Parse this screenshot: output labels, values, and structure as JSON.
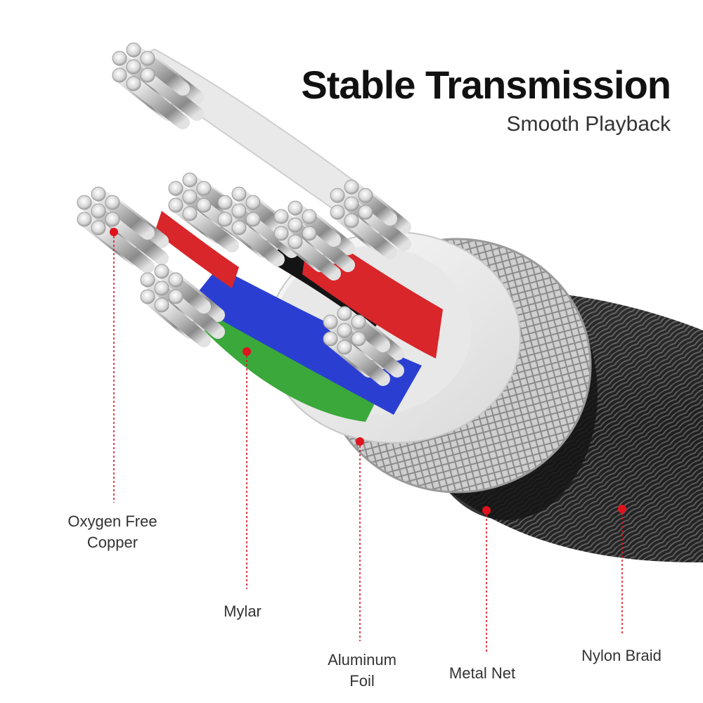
{
  "header": {
    "title": "Stable Transmission",
    "subtitle": "Smooth Playback"
  },
  "callouts": [
    {
      "id": "copper",
      "lines": [
        "Oxygen Free",
        "Copper"
      ]
    },
    {
      "id": "mylar",
      "lines": [
        "Mylar"
      ]
    },
    {
      "id": "foil",
      "lines": [
        "Aluminum",
        "Foil"
      ]
    },
    {
      "id": "metalnet",
      "lines": [
        "Metal Net"
      ]
    },
    {
      "id": "nylon",
      "lines": [
        "Nylon Braid"
      ]
    }
  ],
  "colors": {
    "accent": "#e0121e",
    "wire_red": "#d8262a",
    "wire_blue": "#2a3fd2",
    "wire_green": "#3aa83a",
    "wire_black": "#141414",
    "jacket_white": "#ececec",
    "braid_dark": "#2b2b2b"
  }
}
